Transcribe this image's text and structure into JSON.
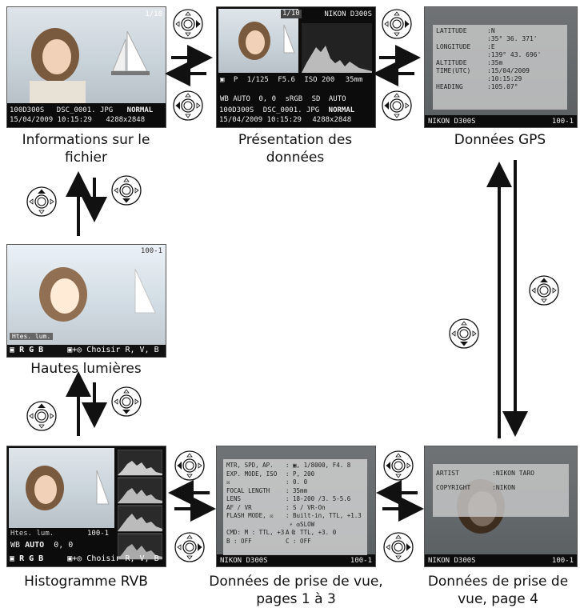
{
  "captions": {
    "file_info": "Informations sur le fichier",
    "overview": "Présentation des données",
    "gps": "Données GPS",
    "highlights": "Hautes lumières",
    "rgb_hist": "Histogramme RVB",
    "shooting_1_3": "Données de prise de vue, pages 1 à 3",
    "shooting_4": "Données de prise de vue, page 4"
  },
  "file_info": {
    "frame": "1/10",
    "folder": "100D300S",
    "filename": "DSC_0001. JPG",
    "quality": "NORMAL",
    "datetime": "15/04/2009 10:15:29",
    "size": "4288x2848"
  },
  "overview": {
    "frame": "1/10",
    "camera": "NIKON D300S",
    "mode": "P",
    "shutter": "1/125",
    "aperture": "F5.6",
    "iso": "200",
    "focal": "35mm",
    "wb": "AUTO",
    "wb_adj": "0, 0",
    "color_space": "sRGB",
    "picture_control": "SD",
    "adl": "AUTO",
    "folder": "100D300S",
    "filename": "DSC_0001. JPG",
    "quality": "NORMAL",
    "datetime": "15/04/2009 10:15:29",
    "size": "4288x2848"
  },
  "gps": {
    "rows": [
      {
        "label": "LATITUDE",
        "value": ":N"
      },
      {
        "label": "",
        "value": ":35° 36. 371'"
      },
      {
        "label": "LONGITUDE",
        "value": ":E"
      },
      {
        "label": "",
        "value": ":139° 43. 696'"
      },
      {
        "label": "ALTITUDE",
        "value": ":35m"
      },
      {
        "label": "TIME(UTC)",
        "value": ":15/04/2009"
      },
      {
        "label": "",
        "value": ":10:15:29"
      },
      {
        "label": "HEADING",
        "value": ":105.07°"
      }
    ],
    "camera": "NIKON D300S",
    "number": "100-1"
  },
  "highlights": {
    "number": "100-1",
    "label": "Htes. lum.",
    "channels": "R G B",
    "hint": "Choisir R, V, B"
  },
  "rgb": {
    "label": "Htes. lum.",
    "number": "100-1",
    "wb": "AUTO",
    "wb_adj": "0, 0",
    "channels": "R G B",
    "hint": "Choisir R, V, B"
  },
  "shooting13": {
    "rows": [
      {
        "label": "MTR, SPD, AP.",
        "value": ": ▣, 1/8000, F4. 8"
      },
      {
        "label": "EXP. MODE, ISO",
        "value": ": P, 200"
      },
      {
        "label": "☒",
        "value": ": 0. 0"
      },
      {
        "label": "FOCAL LENGTH",
        "value": ": 35mm"
      },
      {
        "label": "LENS",
        "value": ": 18-200    /3. 5-5.6"
      },
      {
        "label": "AF / VR",
        "value": ": S / VR-On"
      },
      {
        "label": "FLASH MODE, ☒",
        "value": ": Built-in, TTL, +1.3"
      },
      {
        "label": "",
        "value": "  ⚡ ◎SLOW"
      },
      {
        "label": "CMD: M : TTL, +3. 0",
        "value": "A : TTL, +3. 0"
      },
      {
        "label": "       B : OFF",
        "value": "C : OFF"
      }
    ],
    "camera": "NIKON D300S",
    "number": "100-1"
  },
  "shooting4": {
    "rows": [
      {
        "label": "ARTIST",
        "value": ":NIKON TARO"
      },
      {
        "label": "COPYRIGHT",
        "value": ":NIKON"
      }
    ],
    "camera": "NIKON D300S",
    "number": "100-1"
  }
}
